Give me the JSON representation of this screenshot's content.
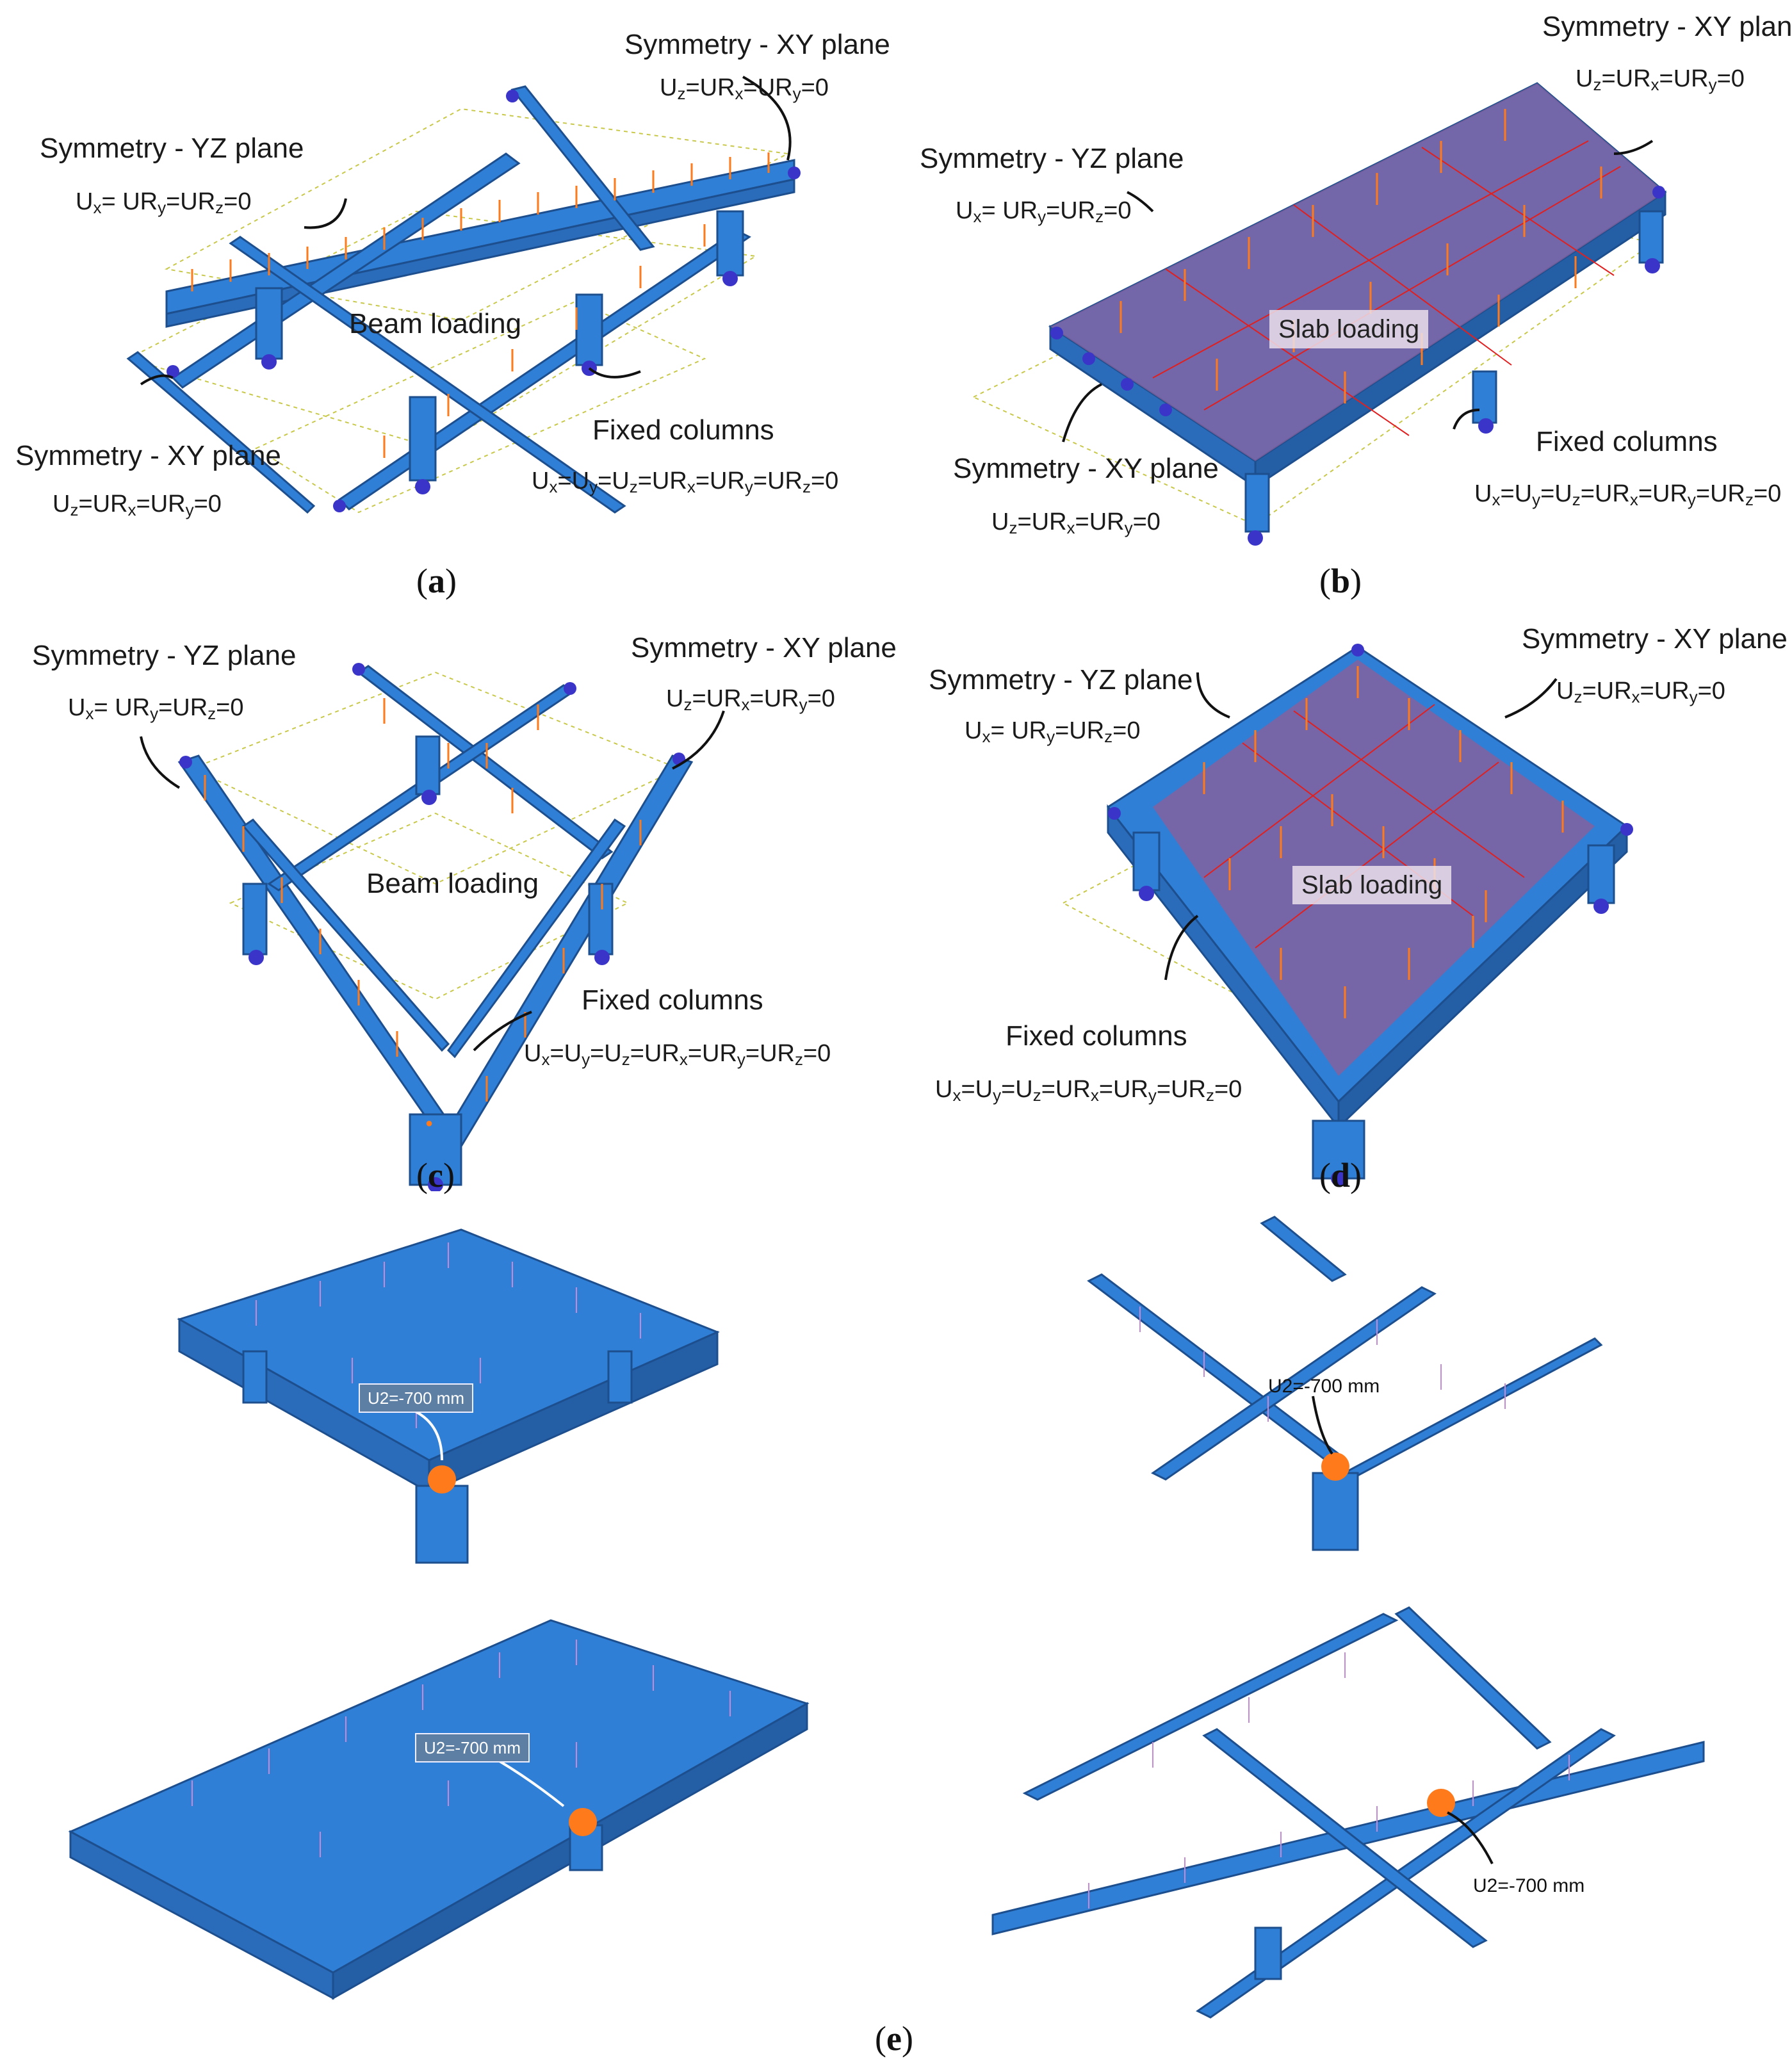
{
  "colors": {
    "model_blue": "#2f7fd6",
    "model_blue_dark": "#1d4f8f",
    "slab_purple": "#8b5f9a",
    "load_orange": "#ff7a1a",
    "constraint_blue": "#3b34c9",
    "guide_yellow": "#c8c84a",
    "load_pink": "#c58ad6"
  },
  "panel_a": {
    "tag": "a",
    "sym_xy_top": "Symmetry - XY plane",
    "sym_xy_top_eq": "Uz=URx=URy=0",
    "sym_yz": "Symmetry - YZ plane",
    "sym_yz_eq": "Ux= URy=URz=0",
    "center": "Beam loading",
    "sym_xy_bottom": "Symmetry - XY plane",
    "sym_xy_bottom_eq": "Uz=URx=URy=0",
    "fixed": "Fixed columns",
    "fixed_eq": "Ux=Uy=Uz=URx=URy=URz=0"
  },
  "panel_b": {
    "tag": "b",
    "sym_xy_top": "Symmetry - XY plane",
    "sym_xy_top_eq": "Uz=URx=URy=0",
    "sym_yz": "Symmetry - YZ plane",
    "sym_yz_eq": "Ux= URy=URz=0",
    "center": "Slab loading",
    "sym_xy_bottom": "Symmetry - XY plane",
    "sym_xy_bottom_eq": "Uz=URx=URy=0",
    "fixed": "Fixed columns",
    "fixed_eq": "Ux=Uy=Uz=URx=URy=URz=0"
  },
  "panel_c": {
    "tag": "c",
    "sym_yz": "Symmetry - YZ plane",
    "sym_yz_eq": "Ux= URy=URz=0",
    "sym_xy": "Symmetry - XY plane",
    "sym_xy_eq": "Uz=URx=URy=0",
    "center": "Beam loading",
    "fixed": "Fixed columns",
    "fixed_eq": "Ux=Uy=Uz=URx=URy=URz=0"
  },
  "panel_d": {
    "tag": "d",
    "sym_yz": "Symmetry - YZ plane",
    "sym_yz_eq": "Ux= URy=URz=0",
    "sym_xy": "Symmetry - XY plane",
    "sym_xy_eq": "Uz=URx=URy=0",
    "center": "Slab loading",
    "fixed": "Fixed columns",
    "fixed_eq": "Ux=Uy=Uz=URx=URy=URz=0"
  },
  "panel_e": {
    "tag": "e",
    "u2_label": "U2=-700 mm"
  }
}
